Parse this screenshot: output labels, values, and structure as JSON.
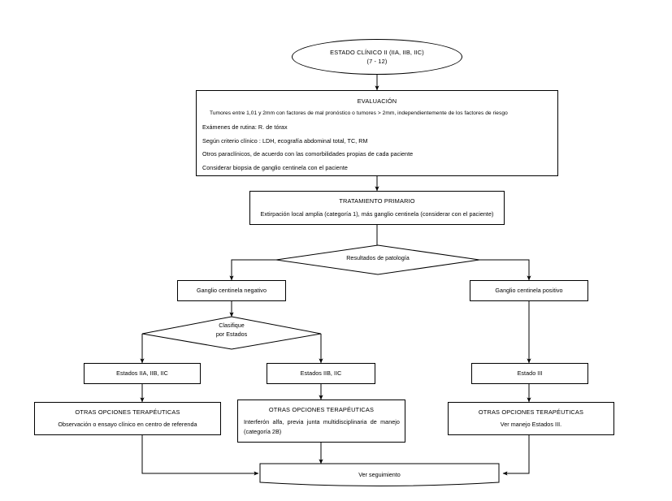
{
  "diagram": {
    "title": "Estado clinico II - flujograma de manejo",
    "type": "clinical-flowchart",
    "background_color": "#ffffff",
    "line_color": "#000000",
    "text_color": "#000000"
  },
  "nodes": {
    "start": {
      "shape": "ellipse",
      "line1": "ESTADO CLÍNICO II (IIA, IIB, IIC)",
      "line2": "(7 - 12)"
    },
    "evaluacion": {
      "shape": "rectangle",
      "title": "EVALUACIÓN",
      "lines": [
        "Tumores entre 1,01  y 2mm con factores de mal pronóstico o tumores >  2mm, independientemente de los factores de riesgo",
        "Exámenes de rutina: R. de tórax",
        "Según criterio clínico : LDH, ecografía abdominal total, TC, RM",
        "Otros paraclínicos, de acuerdo con las comorbilidades propias de cada paciente",
        "Considerar biopsia de ganglio centinela con el paciente"
      ]
    },
    "tratamiento": {
      "shape": "rectangle",
      "title": "TRATAMIENTO PRIMARIO",
      "line": "Extirpación local amplia (categoría 1), más ganglio centinela (considerar con el paciente)"
    },
    "resultados": {
      "shape": "diamond",
      "label": "Resultados de patología"
    },
    "ganglio_negativo": {
      "shape": "rectangle",
      "label": "Ganglio centinela negativo"
    },
    "ganglio_positivo": {
      "shape": "rectangle",
      "label": "Ganglio centinela positivo"
    },
    "clasifique": {
      "shape": "diamond",
      "line1": "Clasifique",
      "line2": "por Estados"
    },
    "estados_iia": {
      "shape": "rectangle",
      "label": "Estados IIA, IIB, IIC"
    },
    "estados_iib": {
      "shape": "rectangle",
      "label": "Estados IIB, IIC"
    },
    "estado_iii": {
      "shape": "rectangle",
      "label": "Estado III"
    },
    "opciones_izq": {
      "shape": "rectangle",
      "title": "OTRAS OPCIONES TERAPÉUTICAS",
      "line1": "Observación o ensayo clínico en centro  de referenda"
    },
    "opciones_centro": {
      "shape": "rectangle",
      "title": "OTRAS OPCIONES TERAPÉUTICAS",
      "line1": "Interferón  alfa,  previa  junta  multidisciplinaria  de  manejo",
      "line2": "(categoría 2B)"
    },
    "opciones_der": {
      "shape": "rectangle",
      "title": "OTRAS OPCIONES TERAPÉUTICAS",
      "line1": "Ver manejo Estados III."
    },
    "seguimiento": {
      "shape": "document",
      "label": "Ver seguimiento"
    }
  },
  "edges": [
    {
      "from": "start",
      "to": "evaluacion",
      "style": "arrow-down"
    },
    {
      "from": "evaluacion",
      "to": "tratamiento",
      "style": "arrow-down"
    },
    {
      "from": "tratamiento",
      "to": "resultados",
      "style": "line-down"
    },
    {
      "from": "resultados",
      "to": "ganglio_negativo",
      "style": "elbow-left-arrow"
    },
    {
      "from": "resultados",
      "to": "ganglio_positivo",
      "style": "elbow-right-arrow"
    },
    {
      "from": "ganglio_negativo",
      "to": "clasifique",
      "style": "arrow-down"
    },
    {
      "from": "clasifique",
      "to": "estados_iia",
      "style": "elbow-left-arrow"
    },
    {
      "from": "clasifique",
      "to": "estados_iib",
      "style": "elbow-right-arrow"
    },
    {
      "from": "ganglio_positivo",
      "to": "estado_iii",
      "style": "arrow-down"
    },
    {
      "from": "estados_iia",
      "to": "opciones_izq",
      "style": "arrow-down"
    },
    {
      "from": "estados_iib",
      "to": "opciones_centro",
      "style": "arrow-down"
    },
    {
      "from": "estado_iii",
      "to": "opciones_der",
      "style": "arrow-down"
    },
    {
      "from": "opciones_izq",
      "to": "seguimiento",
      "style": "elbow-right-arrow"
    },
    {
      "from": "opciones_centro",
      "to": "seguimiento",
      "style": "arrow-down"
    },
    {
      "from": "opciones_der",
      "to": "seguimiento",
      "style": "elbow-left-arrow"
    }
  ]
}
